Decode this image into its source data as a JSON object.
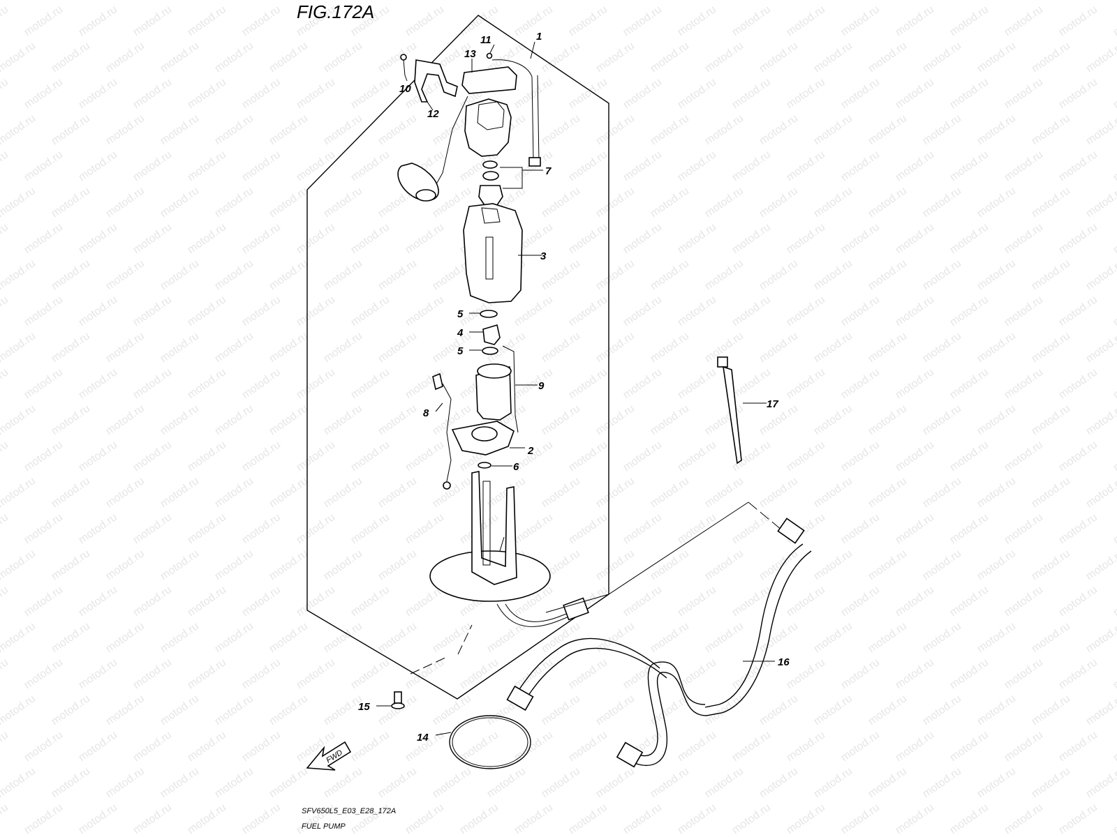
{
  "figure": {
    "title": "FIG.172A",
    "model_code": "SFV650L5_E03_E28_172A",
    "caption": "FUEL PUMP",
    "watermark": "motod.ru",
    "fwd_label": "FWD"
  },
  "callouts": [
    {
      "id": "c1",
      "label": "1"
    },
    {
      "id": "c2",
      "label": "2"
    },
    {
      "id": "c3",
      "label": "3"
    },
    {
      "id": "c4",
      "label": "4"
    },
    {
      "id": "c5a",
      "label": "5"
    },
    {
      "id": "c5b",
      "label": "5"
    },
    {
      "id": "c6",
      "label": "6"
    },
    {
      "id": "c7",
      "label": "7"
    },
    {
      "id": "c8",
      "label": "8"
    },
    {
      "id": "c9",
      "label": "9"
    },
    {
      "id": "c10",
      "label": "10"
    },
    {
      "id": "c11",
      "label": "11"
    },
    {
      "id": "c12",
      "label": "12"
    },
    {
      "id": "c13",
      "label": "13"
    },
    {
      "id": "c14",
      "label": "14"
    },
    {
      "id": "c15",
      "label": "15"
    },
    {
      "id": "c16",
      "label": "16"
    },
    {
      "id": "c17",
      "label": "17"
    }
  ]
}
